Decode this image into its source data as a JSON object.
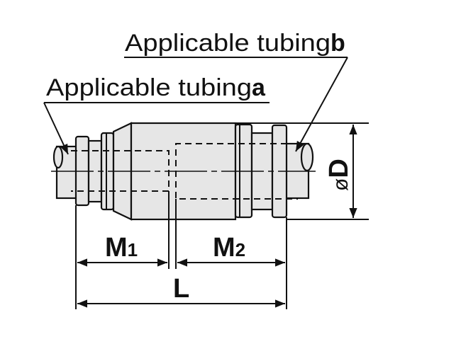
{
  "labels": {
    "tubing_a_text": "Applicable tubing ",
    "tubing_a_letter": "a",
    "tubing_b_text": "Applicable tubing ",
    "tubing_b_letter": "b"
  },
  "dimensions": {
    "m1": "M",
    "m1_sub": "1",
    "m2": "M",
    "m2_sub": "2",
    "l": "L",
    "d_prefix": "ø",
    "d": "D"
  },
  "colors": {
    "part_fill": "#e6e6e6",
    "line": "#111111"
  }
}
